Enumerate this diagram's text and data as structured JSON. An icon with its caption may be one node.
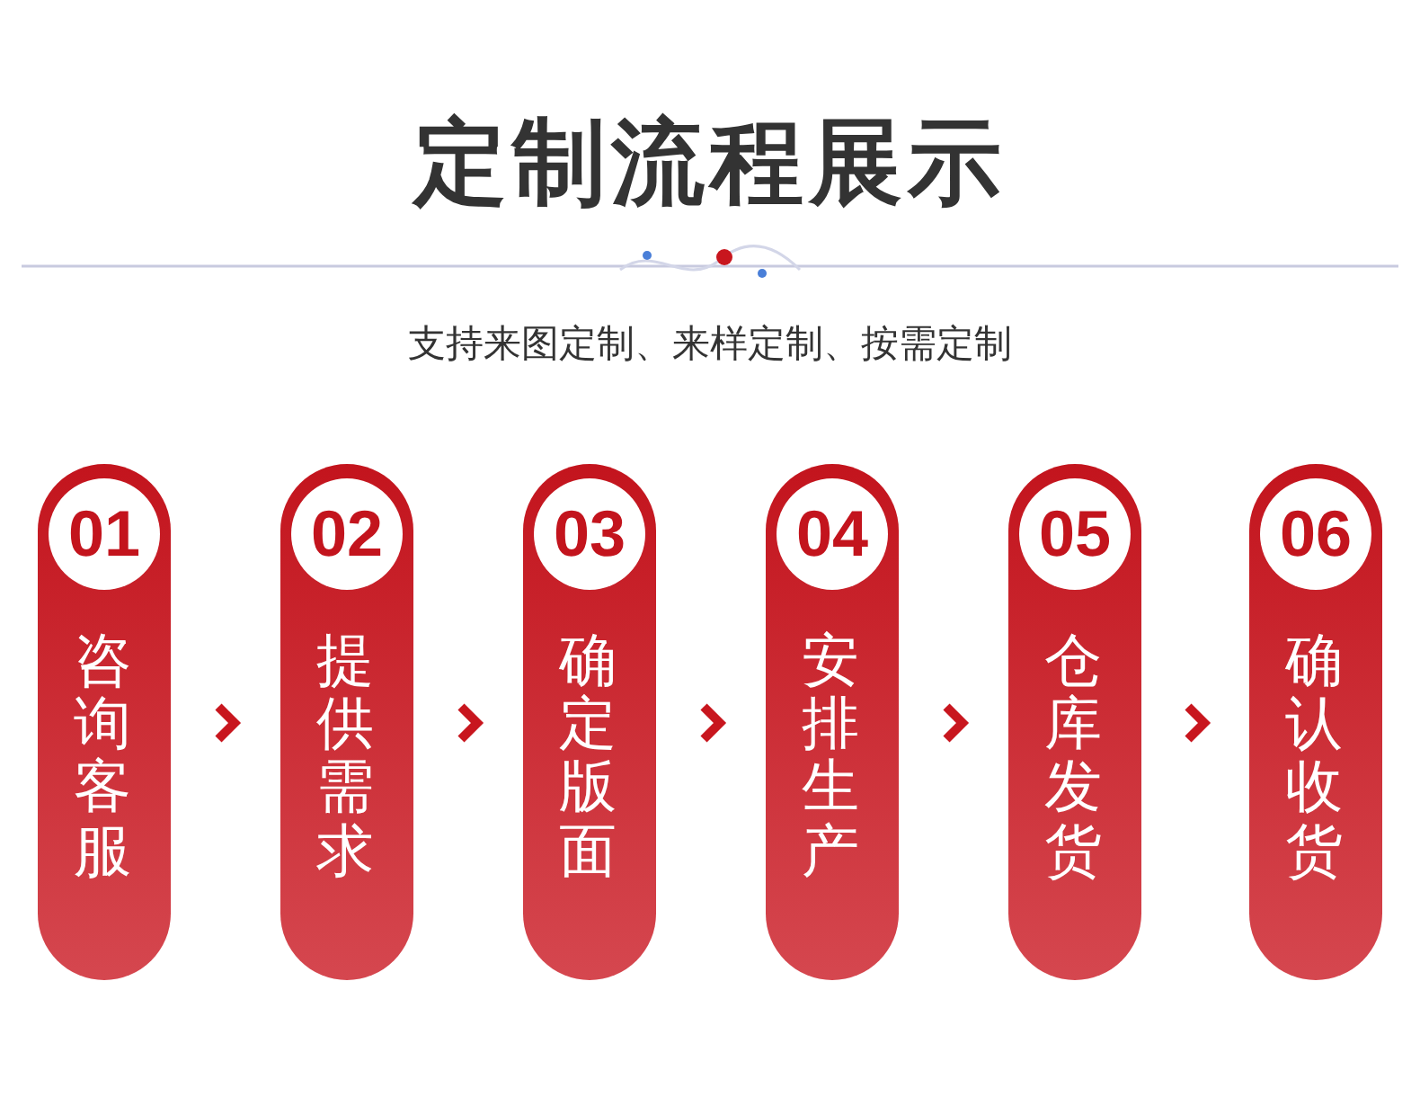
{
  "diagram": {
    "title": "定制流程展示",
    "nodes": [
      {
        "text": [
          "01",
          "咨询客服"
        ]
      },
      {
        "text": [
          "02",
          "提供需求"
        ]
      },
      {
        "text": [
          "03",
          "确定版面"
        ]
      },
      {
        "text": [
          "04",
          "安排生产"
        ]
      },
      {
        "text": [
          "05",
          "仓库发货"
        ]
      },
      {
        "text": [
          "06",
          "确认收货"
        ]
      }
    ],
    "edges": [
      {
        "from": 0,
        "to": 1,
        "arrow": "to"
      },
      {
        "from": 1,
        "to": 2,
        "arrow": "to"
      },
      {
        "from": 2,
        "to": 3,
        "arrow": "to"
      },
      {
        "from": 3,
        "to": 4,
        "arrow": "to"
      },
      {
        "from": 4,
        "to": 5,
        "arrow": "to"
      }
    ],
    "labels": [
      "支持来图定制、来样定制、按需定制"
    ]
  }
}
